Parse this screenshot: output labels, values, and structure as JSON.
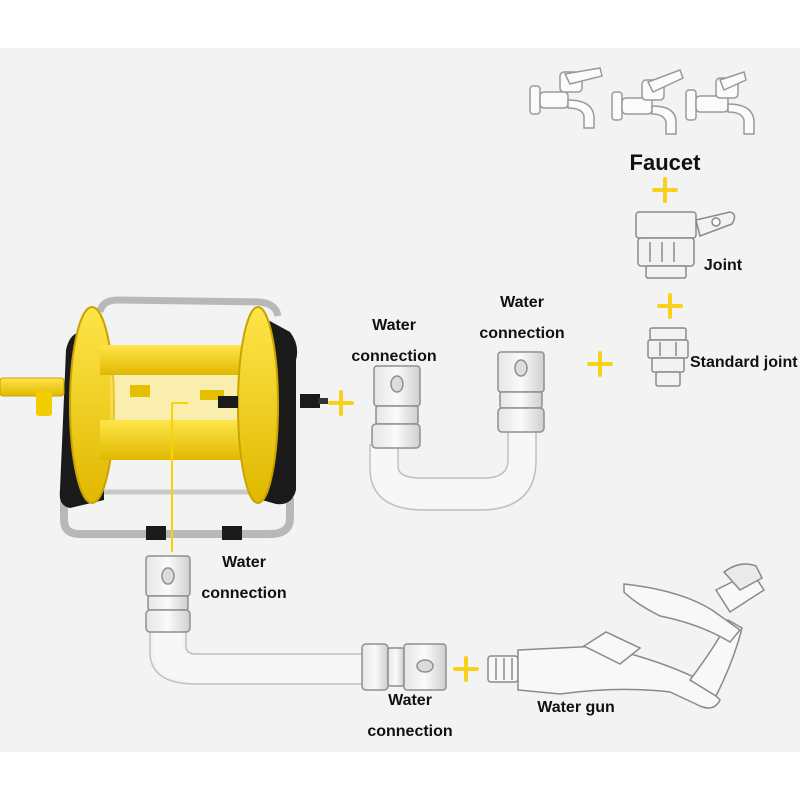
{
  "labels": {
    "faucet": "Faucet",
    "joint": "Joint",
    "standard_joint": "Standard joint",
    "water_connection_1": [
      "Water",
      "connection"
    ],
    "water_connection_2": [
      "Water",
      "connection"
    ],
    "water_connection_3": [
      "Water",
      "connection"
    ],
    "water_connection_4": [
      "Water",
      "connection"
    ],
    "water_gun": "Water gun"
  },
  "colors": {
    "reel_yellow": "#f5d400",
    "reel_black": "#1a1a1a",
    "plus_yellow": "#f7d21a",
    "parts_grey": "#dcdcdc"
  }
}
